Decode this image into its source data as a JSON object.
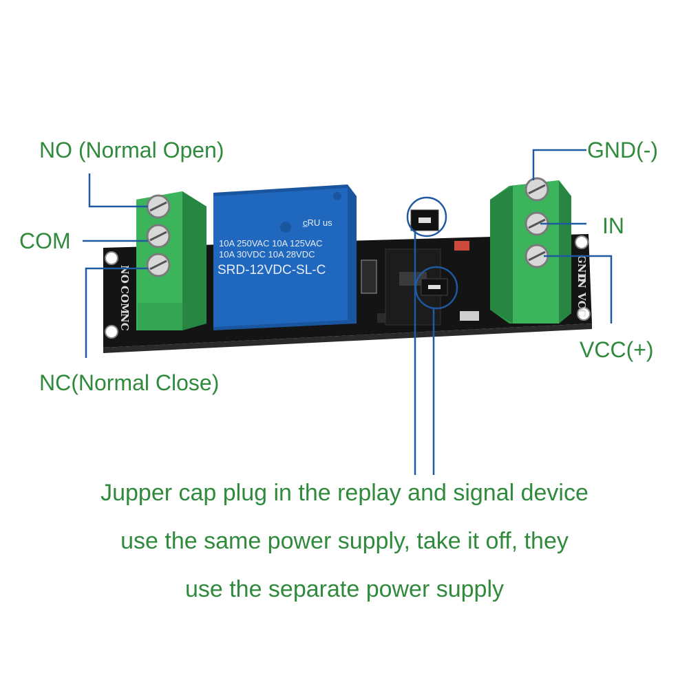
{
  "labels": {
    "no": "NO (Normal Open)",
    "com": "COM",
    "nc": "NC(Normal Close)",
    "gnd": "GND(-)",
    "in": "IN",
    "vcc": "VCC(+)"
  },
  "relay": {
    "rating_line1": "10A 250VAC  10A 125VAC",
    "rating_line2": "10A  30VDC  10A  28VDC",
    "model": "SRD-12VDC-SL-C",
    "cert_mark": "c̲RU us"
  },
  "silkscreen": {
    "left_top": "NO",
    "left_mid": "COM",
    "left_bottom": "NC",
    "right_top": "GND",
    "right_mid": "IN",
    "right_bottom": "VCC"
  },
  "caption": {
    "line1": "Jupper cap plug in the replay and signal device",
    "line2": "use the same power supply, take it off, they",
    "line3": "use the separate power supply"
  },
  "colors": {
    "label_green": "#2f8a3c",
    "leader_blue": "#1f5aa0",
    "terminal_green": "#3cae5a",
    "relay_blue": "#1f63b5",
    "pcb_black": "#141414"
  }
}
